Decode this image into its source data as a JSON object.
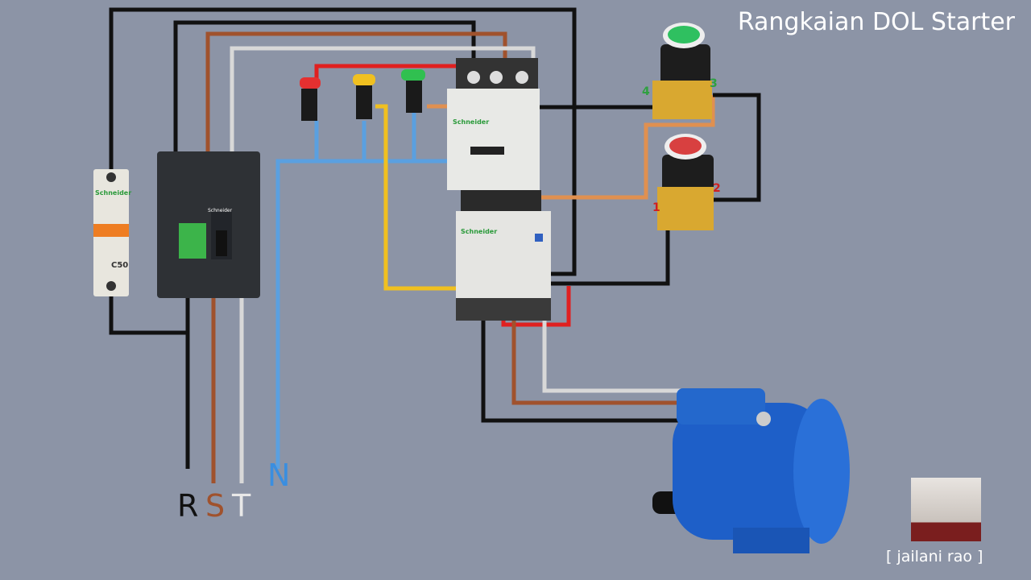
{
  "title": "Rangkaian DOL Starter",
  "phases": {
    "r": "R",
    "s": "S",
    "t": "T",
    "n": "N"
  },
  "mcb": {
    "brand": "Schneider",
    "rating": "C50"
  },
  "mccb": {
    "brand": "Schneider"
  },
  "contactor": {
    "brand": "Schneider"
  },
  "overload_relay": {
    "brand": "Schneider"
  },
  "start_button": {
    "terminal_left": "4",
    "terminal_right": "3"
  },
  "stop_button": {
    "terminal_left": "1",
    "terminal_right": "2"
  },
  "credit": "[ jailani rao ]",
  "colors": {
    "background": "#8c94a6",
    "black": "#111111",
    "brown": "#a0522d",
    "grey": "#d8d8d8",
    "blue": "#5aa0e0",
    "red": "#e02020",
    "yellow": "#f0c020",
    "orange": "#e09050"
  }
}
